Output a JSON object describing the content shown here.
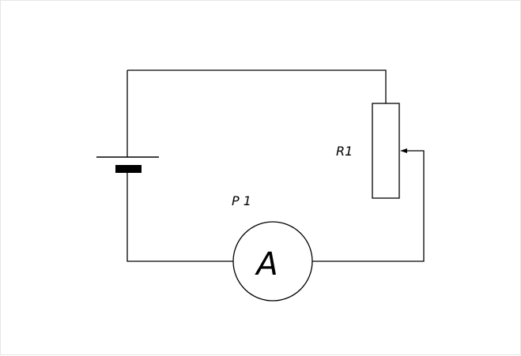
{
  "diagram": {
    "components": {
      "resistor_label": "R1",
      "ammeter_label": "P 1",
      "ammeter_symbol": "A"
    },
    "colors": {
      "line": "#000000",
      "background": "#ffffff"
    }
  }
}
